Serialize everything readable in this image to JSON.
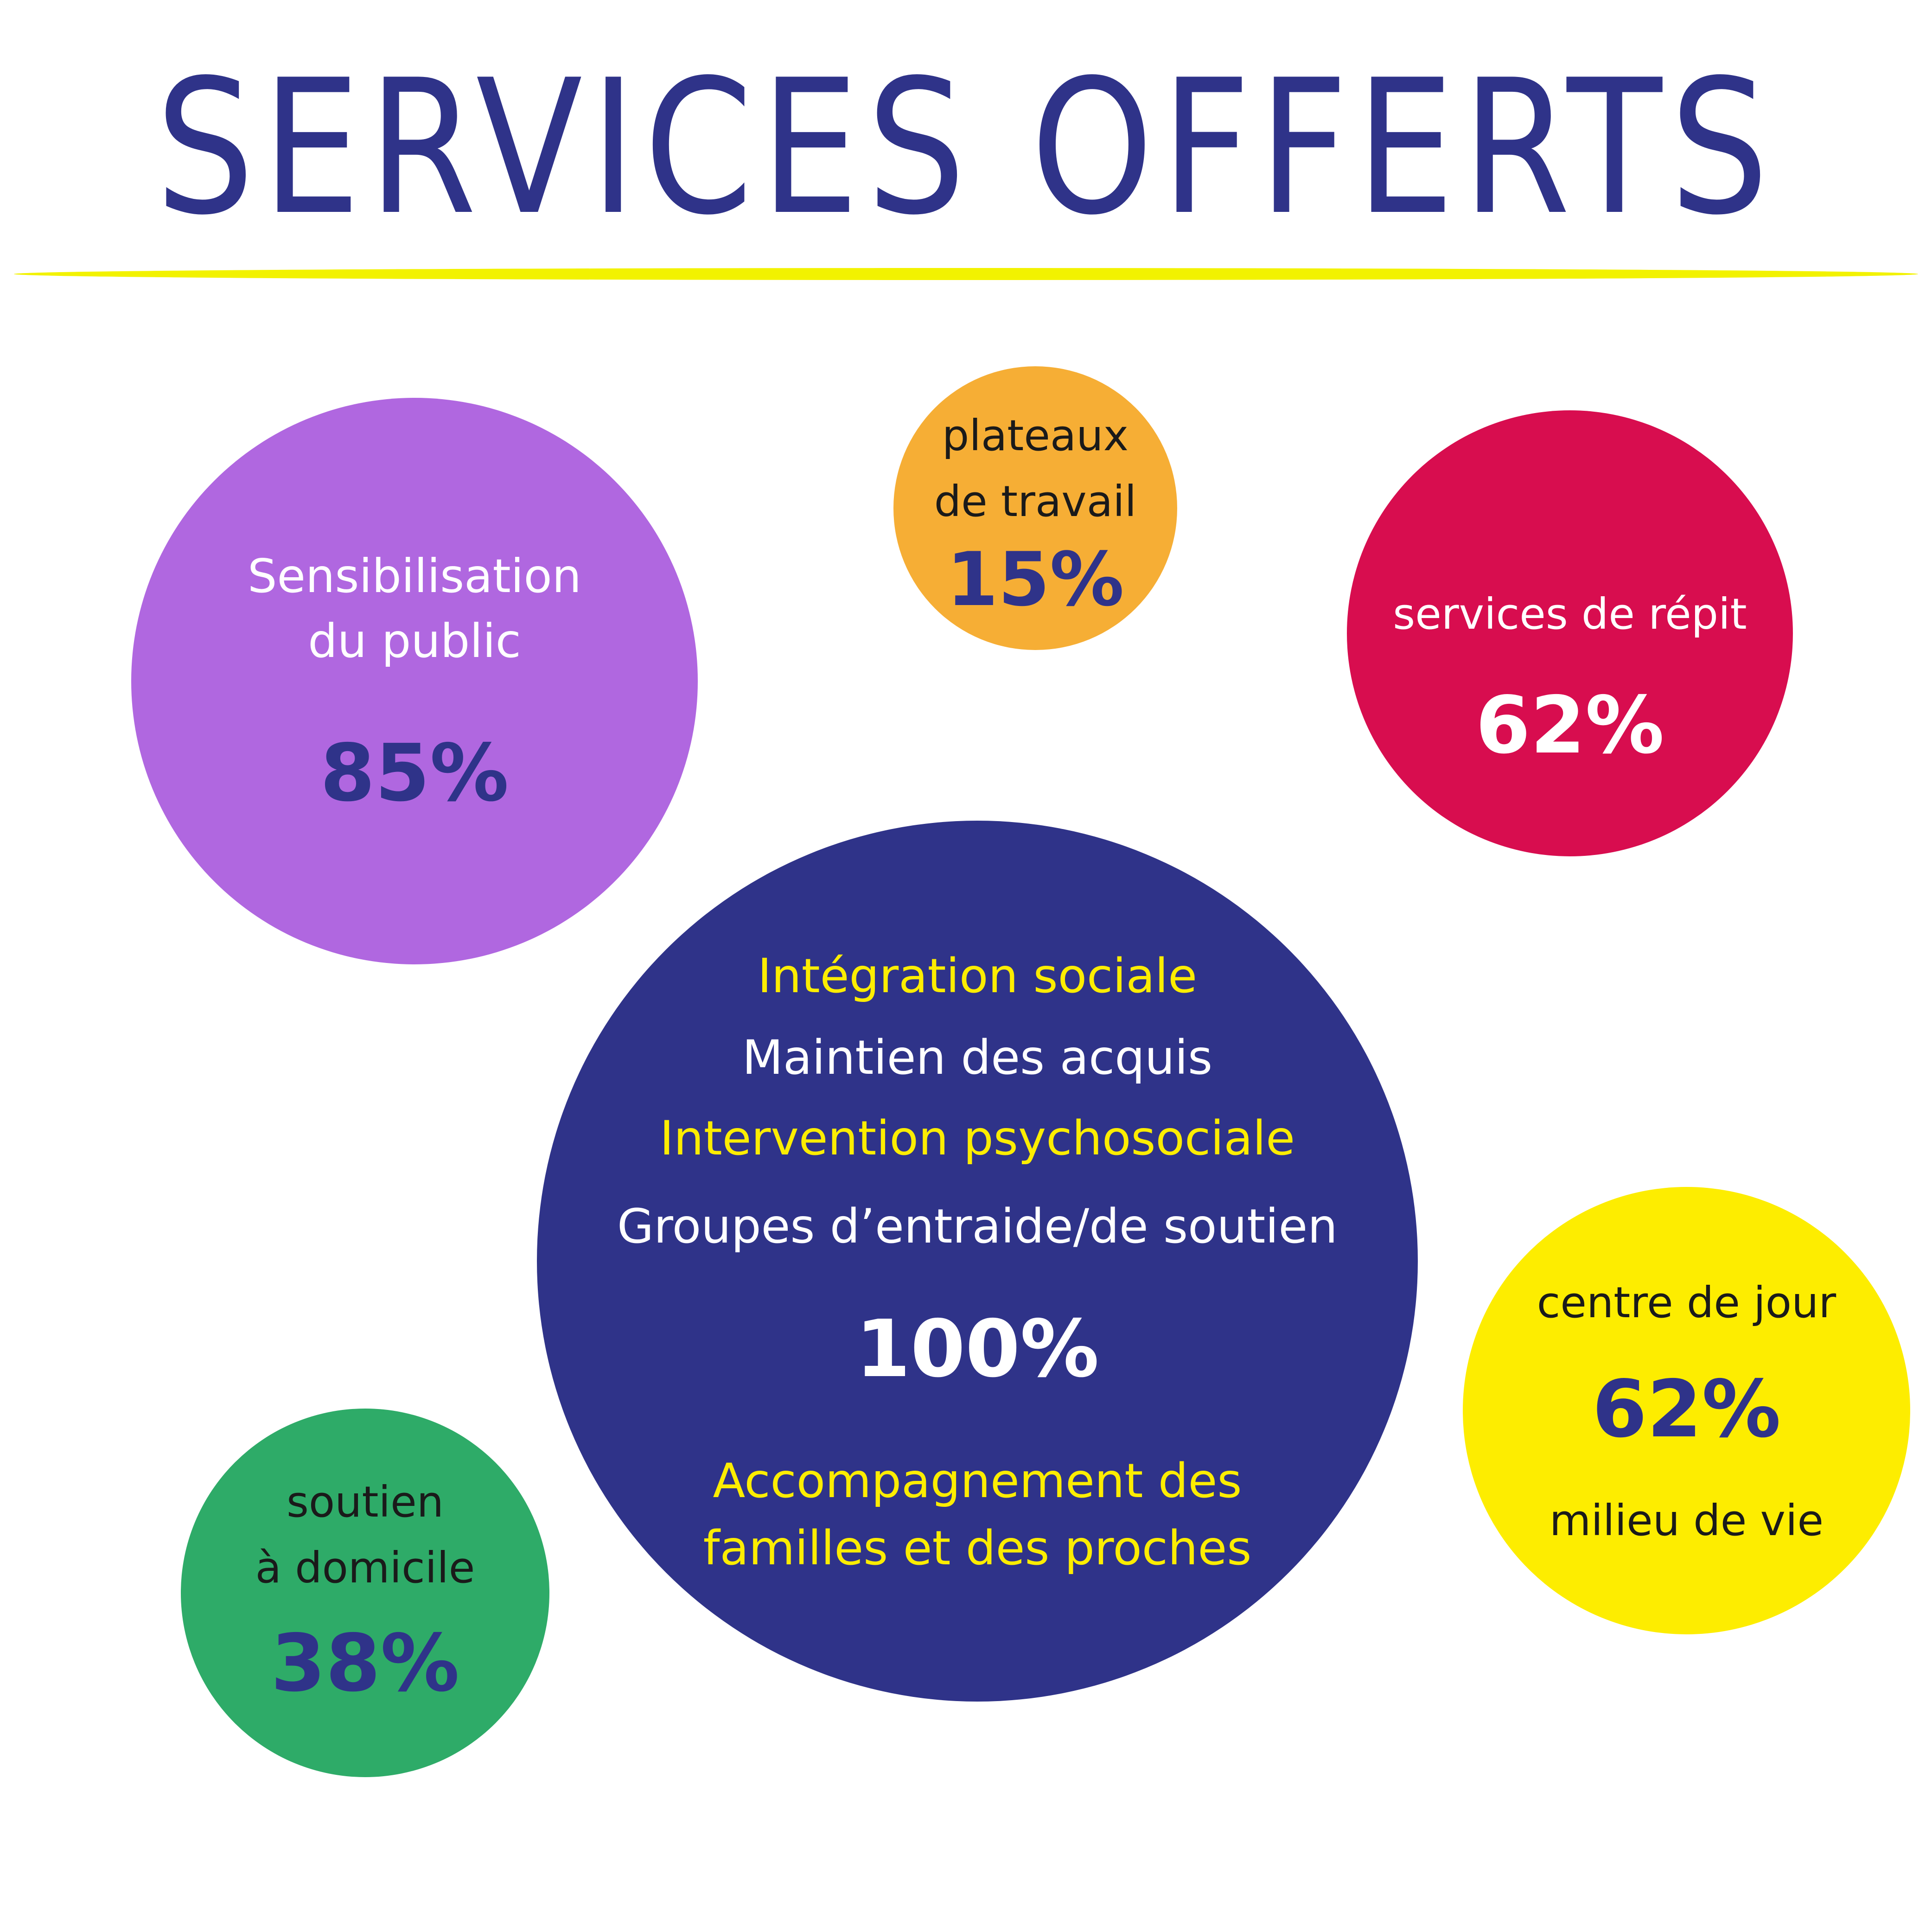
{
  "title": "SERVICES OFFERTS",
  "colors": {
    "title": "#2f3389",
    "divider": "#f2f200",
    "purple": "#b067e0",
    "orange": "#f6ae35",
    "crimson": "#d80d4f",
    "navy": "#2f3389",
    "yellow": "#fded00",
    "green": "#2eab68",
    "white": "#ffffff",
    "dark": "#1a1a1a"
  },
  "bubbles": {
    "sensibilisation": {
      "label_line1": "Sensibilisation",
      "label_line2": "du public",
      "percent": "85%"
    },
    "plateaux": {
      "label_line1": "plateaux",
      "label_line2": "de travail",
      "percent": "15%"
    },
    "repit": {
      "label": "services de répit",
      "percent": "62%"
    },
    "center": {
      "lines": [
        "Intégration sociale",
        "Maintien des acquis",
        "Intervention psychosociale",
        "Groupes d’entraide/de soutien"
      ],
      "percent": "100%",
      "footer_line1": "Accompagnement des",
      "footer_line2": "familles et des proches"
    },
    "domicile": {
      "label_line1": "soutien",
      "label_line2": "à domicile",
      "percent": "38%"
    },
    "jour": {
      "label": "centre de jour",
      "percent": "62%",
      "sublabel": "milieu de vie"
    }
  }
}
